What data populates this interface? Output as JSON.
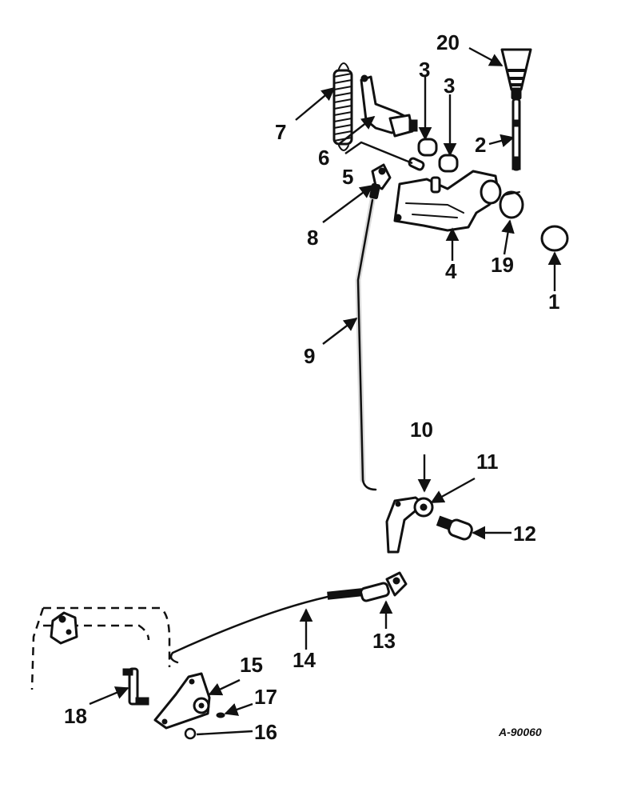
{
  "diagram": {
    "reference_code": "A-90060",
    "callouts": {
      "c1": "1",
      "c2": "2",
      "c3a": "3",
      "c3b": "3",
      "c4": "4",
      "c5": "5",
      "c6": "6",
      "c7": "7",
      "c8": "8",
      "c9": "9",
      "c10": "10",
      "c11": "11",
      "c12": "12",
      "c13": "13",
      "c14": "14",
      "c15": "15",
      "c16": "16",
      "c17": "17",
      "c18": "18",
      "c19": "19",
      "c20": "20"
    }
  }
}
